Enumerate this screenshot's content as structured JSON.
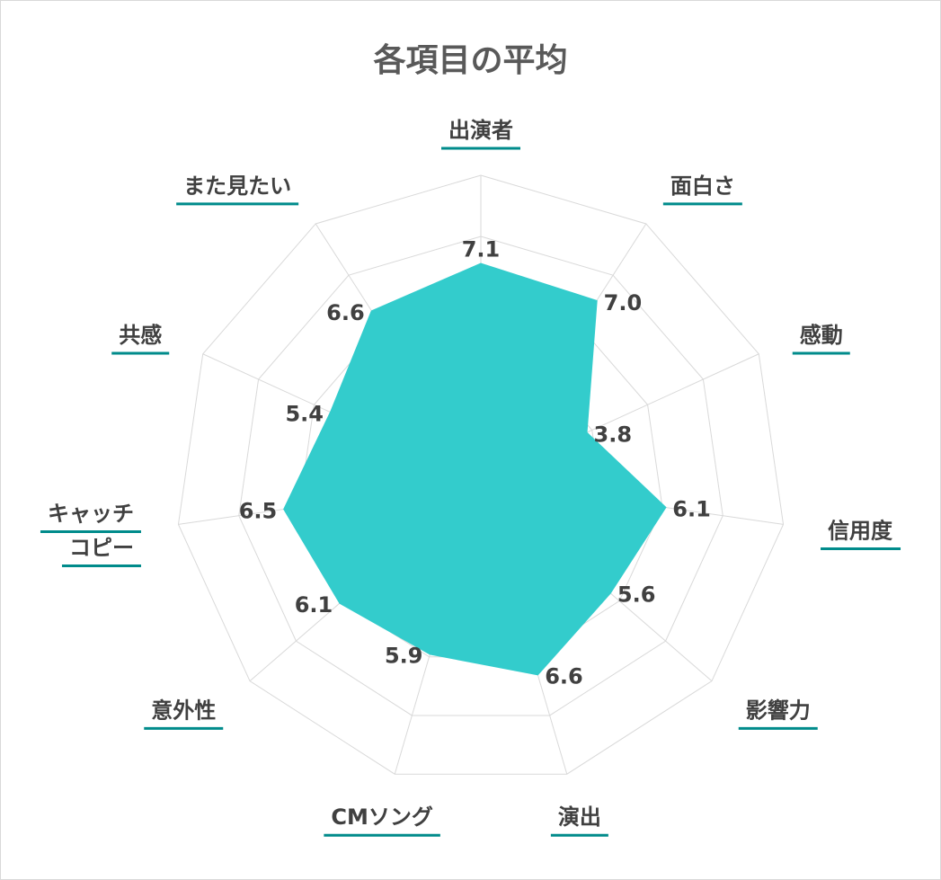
{
  "chart_data": {
    "type": "radar",
    "title": "各項目の平均",
    "categories": [
      "出演者",
      "面白さ",
      "感動",
      "信用度",
      "影響力",
      "演出",
      "CMソング",
      "意外性",
      "キャッチコピー",
      "共感",
      "また見たい"
    ],
    "category_lines": [
      [
        "出演者"
      ],
      [
        "面白さ"
      ],
      [
        "感動"
      ],
      [
        "信用度"
      ],
      [
        "影響力"
      ],
      [
        "演出"
      ],
      [
        "CMソング"
      ],
      [
        "意外性"
      ],
      [
        "キャッチ",
        "コピー"
      ],
      [
        "共感"
      ],
      [
        "また見たい"
      ]
    ],
    "values": [
      7.1,
      7.0,
      3.8,
      6.1,
      5.6,
      6.6,
      5.9,
      6.1,
      6.5,
      5.4,
      6.6
    ],
    "value_labels": [
      "7.1",
      "7.0",
      "3.8",
      "6.1",
      "5.6",
      "6.6",
      "5.9",
      "6.1",
      "6.5",
      "5.4",
      "6.6"
    ],
    "rmax": 10,
    "grid": true,
    "grid_levels": 5,
    "fill_color": "#33CCCC",
    "grid_color": "#d9d9d9",
    "label_underline_color": "#008B8B",
    "text_color": "#404040"
  }
}
